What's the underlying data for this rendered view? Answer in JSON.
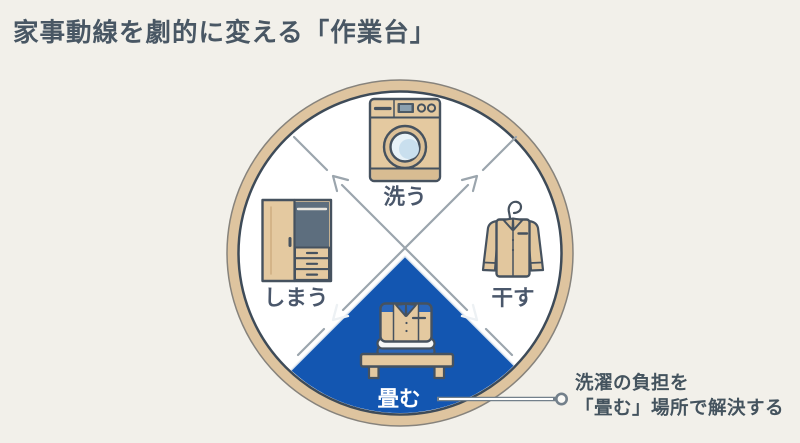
{
  "title": "家事動線を劇的に変える「作業台」",
  "diagram": {
    "steps": [
      {
        "id": "wash",
        "label": "洗う",
        "icon": "washing-machine-icon",
        "highlighted": false
      },
      {
        "id": "dry",
        "label": "干す",
        "icon": "hanging-shirt-icon",
        "highlighted": false
      },
      {
        "id": "fold",
        "label": "畳む",
        "icon": "folded-clothes-workbench-icon",
        "highlighted": true
      },
      {
        "id": "store",
        "label": "しまう",
        "icon": "wardrobe-icon",
        "highlighted": false
      }
    ],
    "highlight_color": "#1356b1",
    "ring_color": "#dec49f"
  },
  "annotation": {
    "line1": "洗濯の負担を",
    "line2": "「畳む」場所で解決する"
  }
}
